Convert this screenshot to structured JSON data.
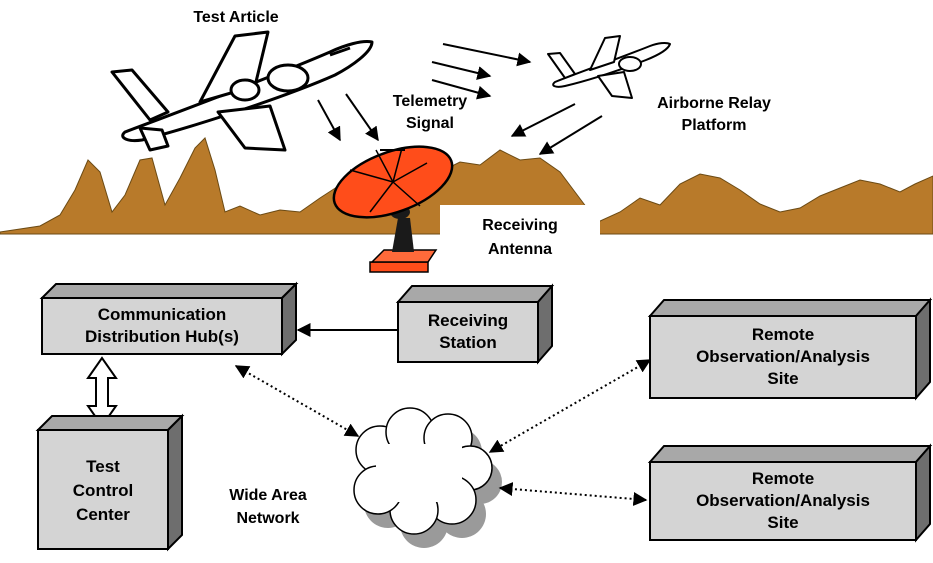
{
  "diagram": {
    "aircraft_label": "Test Article",
    "signal_label": [
      "Telemetry",
      "Signal"
    ],
    "relay_label": [
      "Airborne Relay",
      "Platform"
    ],
    "antenna_label": [
      "Receiving",
      "Antenna"
    ],
    "receiving_station": [
      "Receiving",
      "Station"
    ],
    "hub": [
      "Communication",
      "Distribution Hub(s)"
    ],
    "control_center": [
      "Test",
      "Control",
      "Center"
    ],
    "network_label": [
      "Wide Area",
      "Network"
    ],
    "remote_site_1": [
      "Remote",
      "Observation/Analysis",
      "Site"
    ],
    "remote_site_2": [
      "Remote",
      "Observation/Analysis",
      "Site"
    ]
  },
  "colors": {
    "terrain": "#b87a2a",
    "dish": "#ff4d1a",
    "box_front": "#d4d4d4",
    "box_side": "#6e6e6e",
    "box_top": "#a8a8a8",
    "cloud_shadow": "#9a9a9a"
  }
}
